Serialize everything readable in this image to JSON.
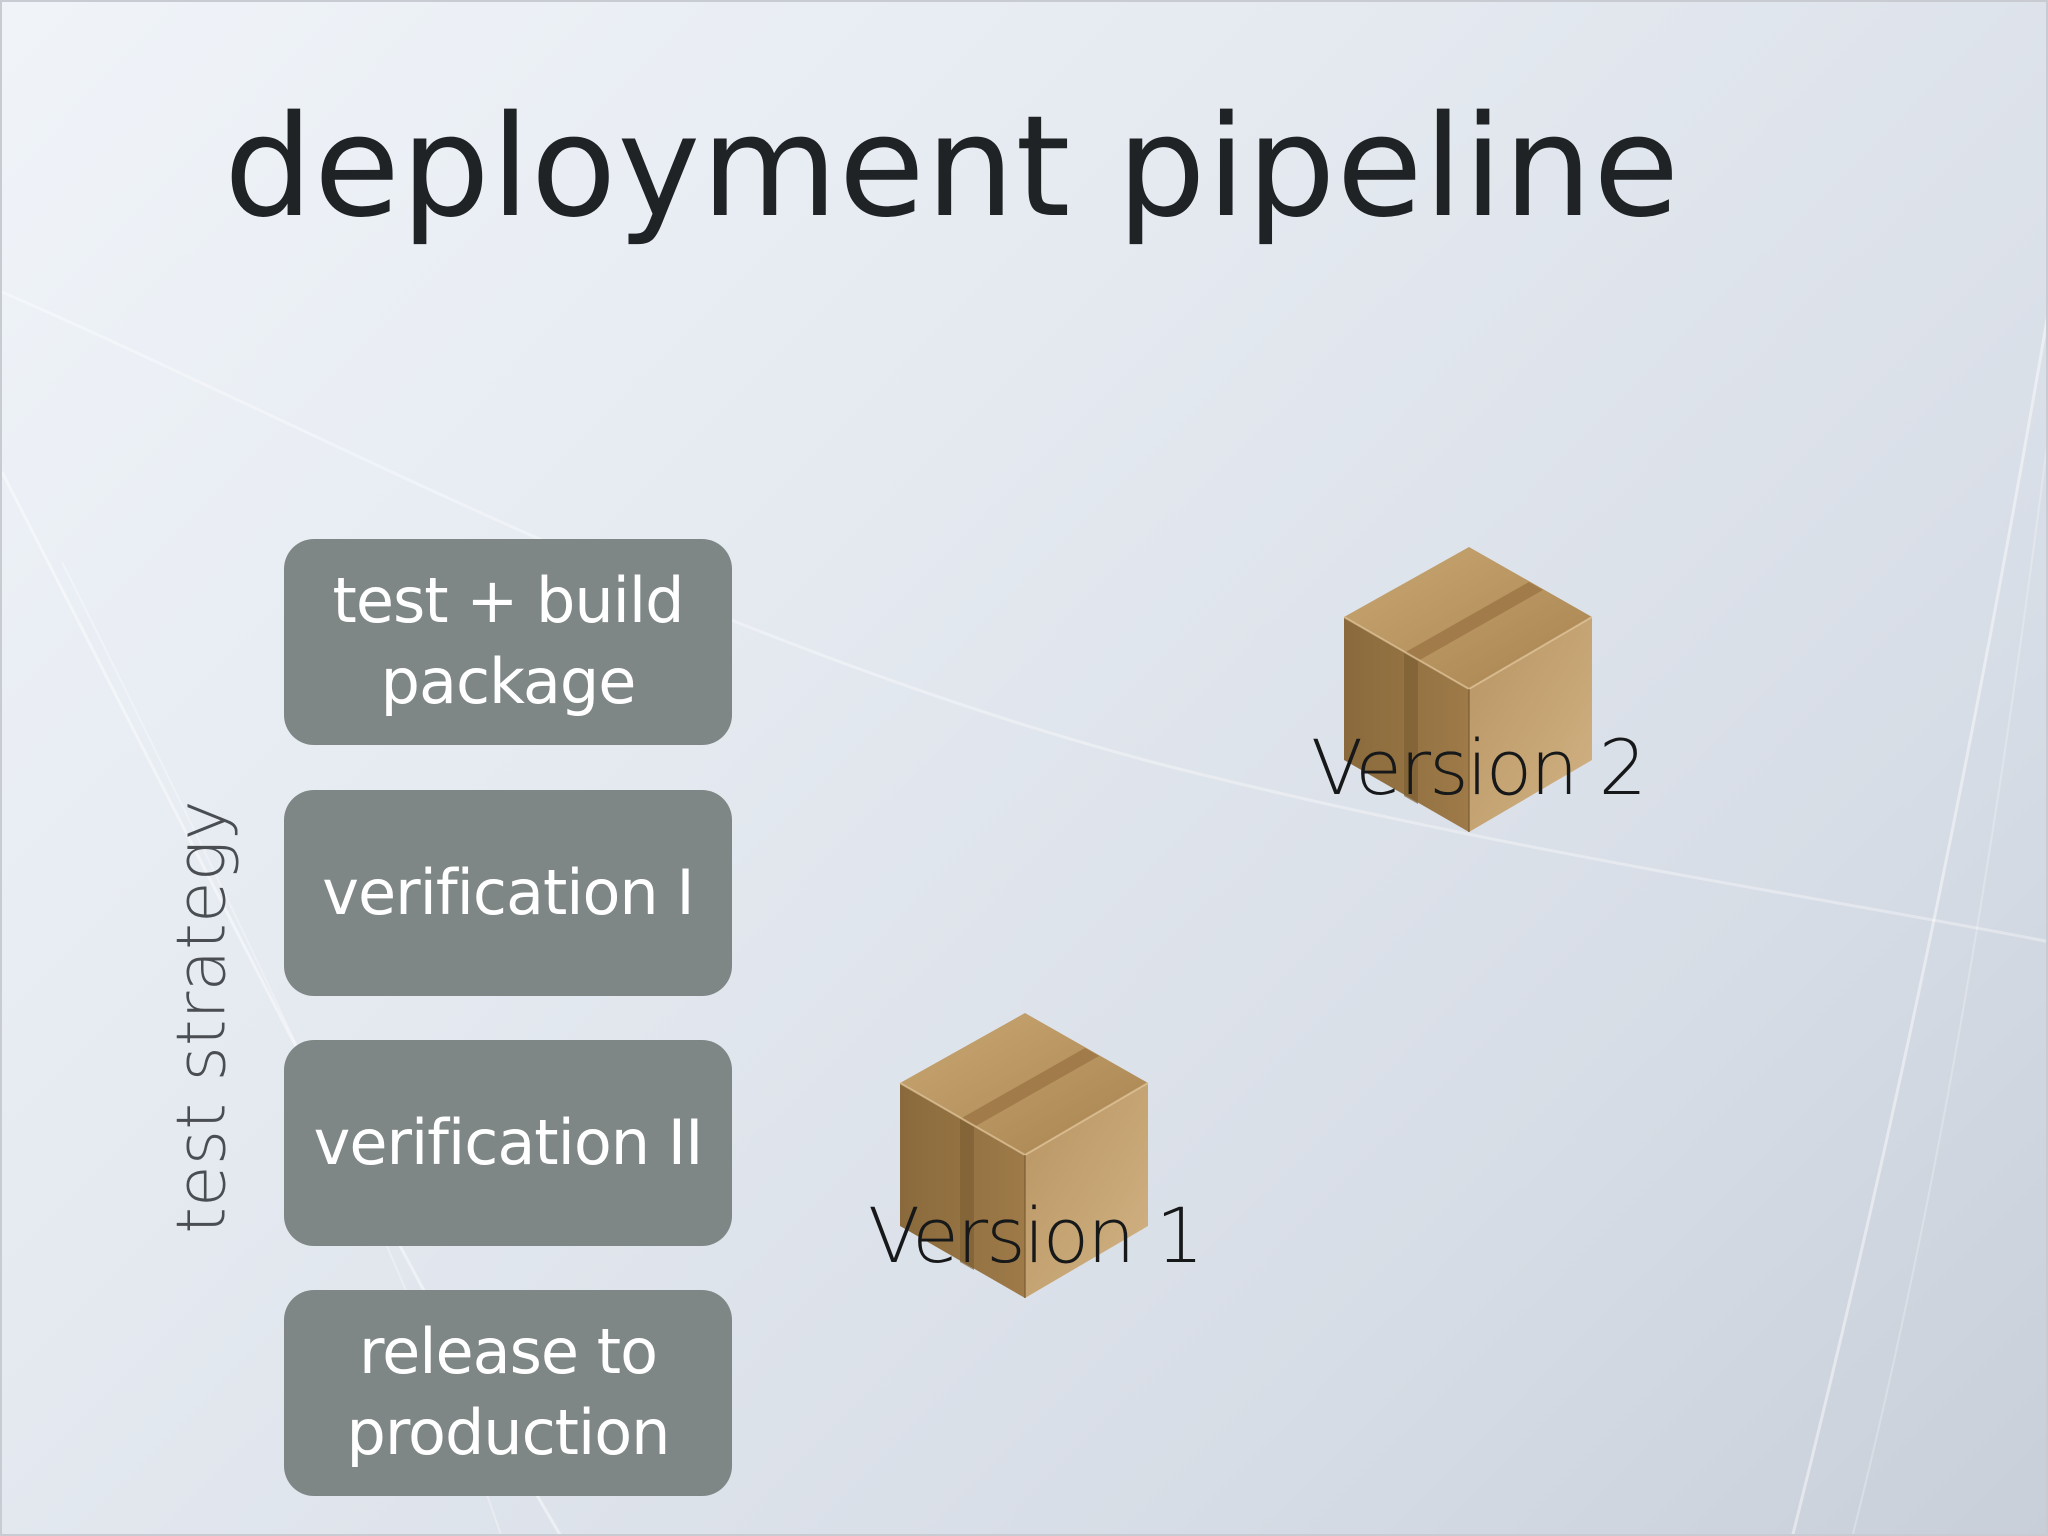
{
  "slide": {
    "title": "deployment pipeline",
    "side_label": "test strategy",
    "stages": [
      {
        "label": "test + build package"
      },
      {
        "label": "verification I"
      },
      {
        "label": "verification II"
      },
      {
        "label": "release to production"
      }
    ],
    "packages": [
      {
        "label": "Version 2",
        "icon": "package-icon"
      },
      {
        "label": "Version 1",
        "icon": "package-icon"
      }
    ]
  },
  "colors": {
    "stage_fill": "#7f8786",
    "stage_text": "#ffffff",
    "title_text": "#1f2326",
    "box_brown": "#b8935f",
    "background": "#e4e9f0"
  }
}
